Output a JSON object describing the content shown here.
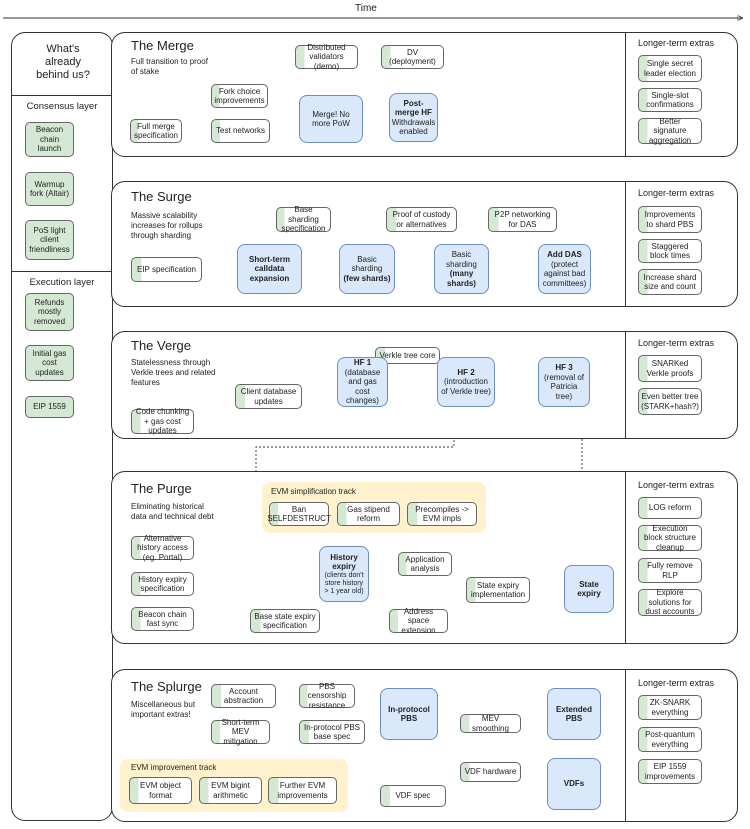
{
  "timeline": {
    "label": "Time"
  },
  "sidebar": {
    "title": "What's already behind us?",
    "consensus": {
      "title": "Consensus layer",
      "items": [
        "Beacon chain launch",
        "Warmup fork (Altair)",
        "PoS light client friendliness"
      ]
    },
    "execution": {
      "title": "Execution layer",
      "items": [
        "Refunds mostly removed",
        "Initial gas cost updates",
        "EIP 1559"
      ]
    }
  },
  "extras_title": "Longer-term extras",
  "merge": {
    "title": "The Merge",
    "desc": "Full transition to proof of stake",
    "nodes": {
      "dist_val": "Distributed validators (demo)",
      "dv": "DV (deployment)",
      "fork_choice": "Fork choice improvements",
      "full_merge": "Full merge specification",
      "test_nets": "Test networks",
      "merge": "Merge! No more PoW",
      "post_merge": "Post-merge HF",
      "post_merge_sub": "Withdrawals enabled"
    },
    "extras": [
      "Single secret leader election",
      "Single-slot confirmations",
      "Better signature aggregation"
    ]
  },
  "surge": {
    "title": "The Surge",
    "desc": "Massive scalability increases for rollups through sharding",
    "nodes": {
      "base_shard": "Base sharding specification",
      "proof_custody": "Proof of custody or alternatives",
      "p2p": "P2P networking for DAS",
      "eip": "EIP specification",
      "calldata": "Short-term calldata expansion",
      "basic_few": "Basic sharding",
      "basic_few_b": "(few shards)",
      "basic_many": "Basic sharding",
      "basic_many_b": "(many shards)",
      "das": "Add DAS",
      "das_sub": "(protect against bad committees)"
    },
    "extras": [
      "Improvements to shard PBS",
      "Staggered block times",
      "Increase shard size and count"
    ]
  },
  "verge": {
    "title": "The Verge",
    "desc": "Statelessness through Verkle trees and related features",
    "nodes": {
      "verkle_core": "Verkle tree core",
      "client_db": "Client database updates",
      "code_chunk": "Code chunking + gas cost updates",
      "hf1": "HF 1",
      "hf1_sub": "(database and gas cost changes)",
      "hf2": "HF 2",
      "hf2_sub": "(introduction of Verkle tree)",
      "hf3": "HF 3",
      "hf3_sub": "(removal of Patricia tree)"
    },
    "extras": [
      "SNARKed Verkle proofs",
      "Even better tree (STARK+hash?)"
    ]
  },
  "purge": {
    "title": "The Purge",
    "desc": "Eliminating historical data and technical debt",
    "track": {
      "label": "EVM simplification track",
      "items": [
        "Ban SELFDESTRUCT",
        "Gas stipend reform",
        "Precompiles -> EVM impls"
      ]
    },
    "nodes": {
      "alt_history": "Alternative history access (eg. Portal)",
      "hist_spec": "History expiry specification",
      "beacon_sync": "Beacon chain fast sync",
      "hist_expiry": "History expiry",
      "hist_expiry_sub": "(clients don't store history > 1 year old)",
      "app_analysis": "Application analysis",
      "state_impl": "State expiry implementation",
      "base_state": "Base state expiry specification",
      "addr_space": "Address space extension",
      "state_expiry": "State expiry"
    },
    "extras": [
      "LOG reform",
      "Execution block structure cleanup",
      "Fully remove RLP",
      "Explore solutions for dust accounts"
    ]
  },
  "splurge": {
    "title": "The Splurge",
    "desc": "Miscellaneous but important extras!",
    "nodes": {
      "account_abs": "Account abstraction",
      "pbs_censor": "PBS censorship resistance",
      "mev_mit": "Short-term MEV mitigation",
      "pbs_base": "In-protocol PBS base spec",
      "in_pbs": "In-protocol PBS",
      "mev_smooth": "MEV smoothing",
      "ext_pbs": "Extended PBS",
      "vdf_hw": "VDF hardware",
      "vdf_spec": "VDF spec",
      "vdfs": "VDFs"
    },
    "track": {
      "label": "EVM improvement track",
      "items": [
        "EVM object format",
        "EVM bigint arithmetic",
        "Further EVM improvements"
      ]
    },
    "extras": [
      "ZK-SNARK everything",
      "Post-quantum everything",
      "EIP 1559 improvements"
    ]
  }
}
